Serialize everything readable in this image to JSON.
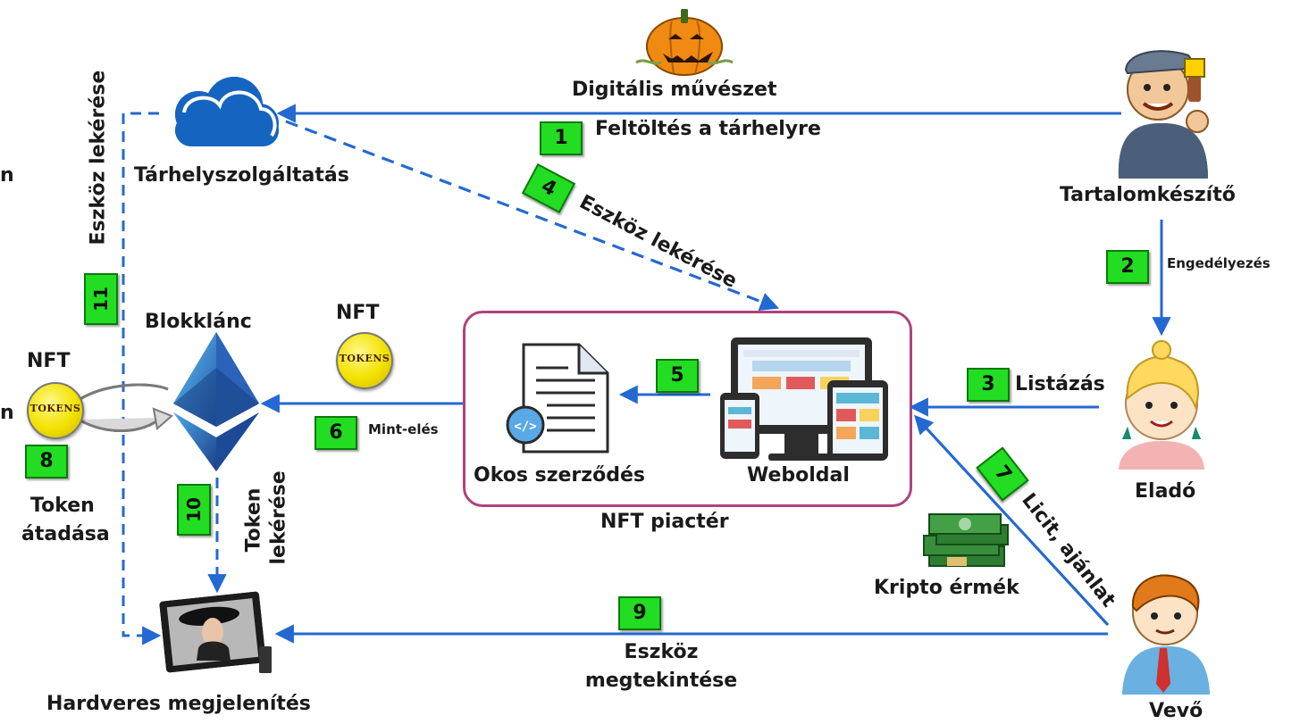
{
  "labels": {
    "digital_art": "Digitális művészet",
    "upload": "Feltöltés a tárhelyre",
    "storage": "Tárhelyszolgáltatás",
    "creator": "Tartalomkészítő",
    "approve": "Engedélyezés",
    "asset_fetch_side": "Eszköz lekérése",
    "asset_fetch_diag": "Eszköz lekérése",
    "blockchain": "Blokklánc",
    "nft_left": "NFT",
    "nft_mid": "NFT",
    "token_text": "TOKENS",
    "listing": "Listázás",
    "seller": "Eladó",
    "mint": "Mint-elés",
    "smart_contract": "Okos szerződés",
    "website": "Weboldal",
    "marketplace": "NFT piactér",
    "token_transfer_1": "Token",
    "token_transfer_2": "átadása",
    "token_fetch_1": "Token",
    "token_fetch_2": "lekérése",
    "bid": "Licit, ajánlat",
    "crypto": "Kripto érmék",
    "view_1": "Eszköz",
    "view_2": "megtekintése",
    "hardware": "Hardveres megjelenítés",
    "buyer": "Vevő",
    "edge_n_1": "n",
    "edge_n_2": "n"
  },
  "steps": [
    "1",
    "2",
    "3",
    "4",
    "5",
    "6",
    "7",
    "8",
    "9",
    "10",
    "11"
  ],
  "colors": {
    "arrow": "#2469d2",
    "badge": "#22dd22",
    "panel_border": "#b0427a"
  },
  "icons": [
    "pumpkin-icon",
    "cloud-icon",
    "painter-icon",
    "seller-icon",
    "buyer-icon",
    "ethereum-icon",
    "document-code-icon",
    "devices-icon",
    "money-icon",
    "display-frame-icon"
  ]
}
